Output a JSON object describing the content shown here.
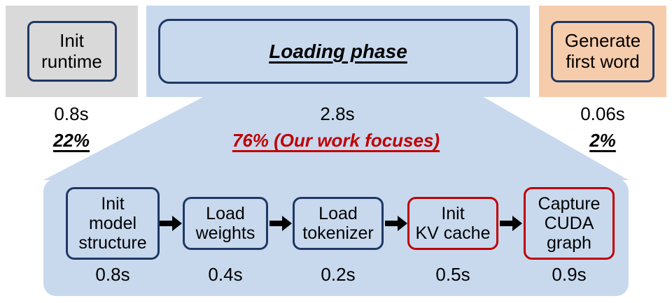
{
  "colors": {
    "navy_border": "#1f3864",
    "red_accent": "#c00000",
    "gray_bg": "#d9d9d9",
    "blue_bg": "#c8d9ee",
    "orange_bg": "#f6cdac"
  },
  "phases": {
    "init_runtime": {
      "label": "Init\nruntime",
      "time": "0.8s",
      "percent": "22%"
    },
    "loading": {
      "label": "Loading phase",
      "time": "2.8s",
      "percent": "76% (Our work focuses)"
    },
    "generate": {
      "label": "Generate\nfirst word",
      "time": "0.06s",
      "percent": "2%"
    }
  },
  "pipeline": {
    "steps": [
      {
        "label": "Init\nmodel\nstructure",
        "time": "0.8s",
        "border": "navy"
      },
      {
        "label": "Load\nweights",
        "time": "0.4s",
        "border": "navy"
      },
      {
        "label": "Load\ntokenizer",
        "time": "0.2s",
        "border": "navy"
      },
      {
        "label": "Init\nKV cache",
        "time": "0.5s",
        "border": "red"
      },
      {
        "label": "Capture\nCUDA\ngraph",
        "time": "0.9s",
        "border": "red"
      }
    ]
  }
}
